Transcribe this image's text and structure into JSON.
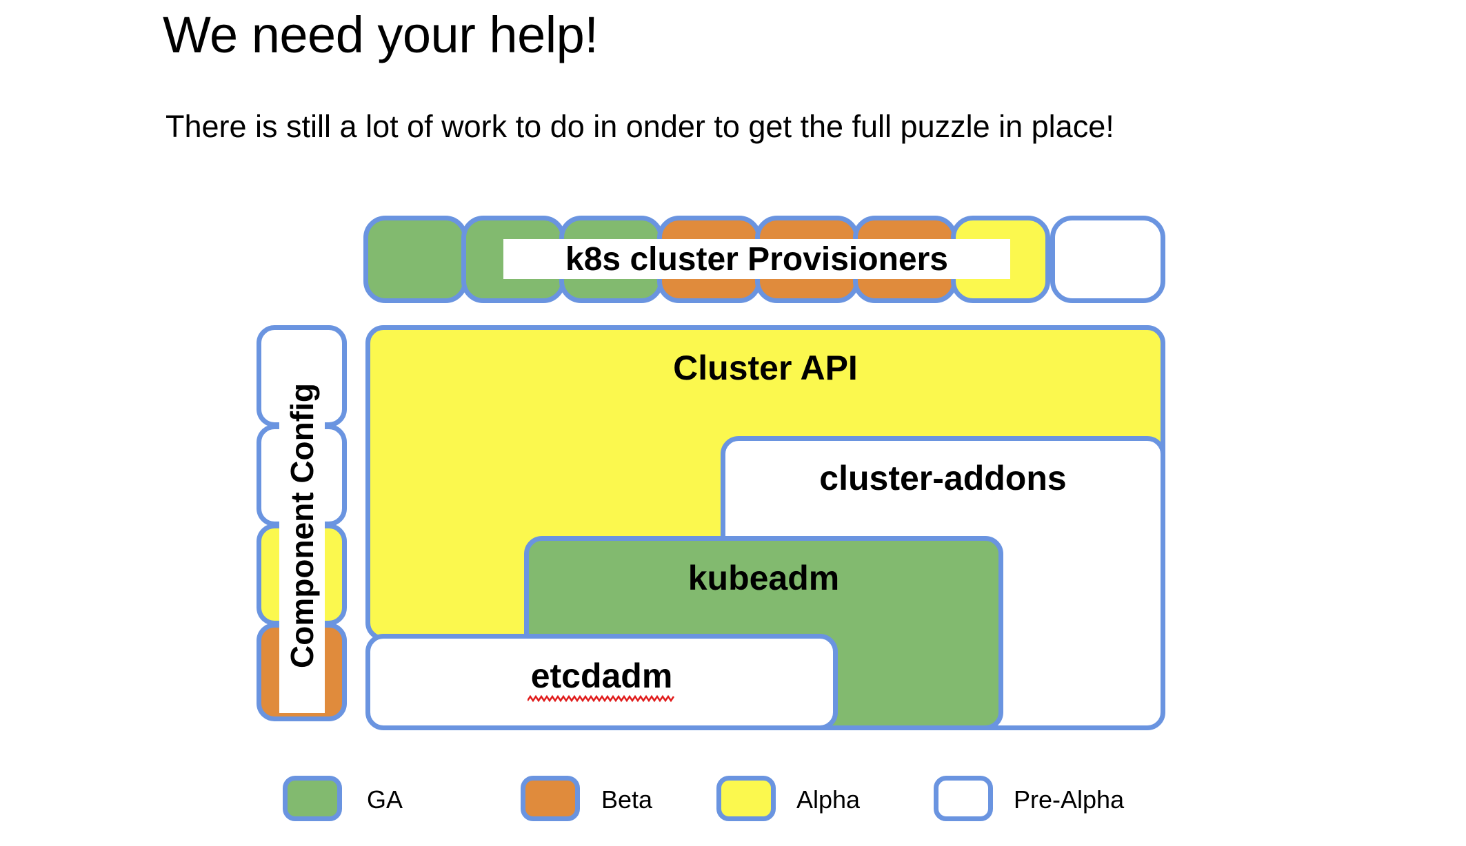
{
  "slide": {
    "title": "We need your help!",
    "subtitle": "There is still a lot of work to do in onder to get the full puzzle in place!"
  },
  "colors": {
    "ga": "#82ba6f",
    "beta": "#e08b3c",
    "alpha": "#fbf84e",
    "pre_alpha": "#ffffff",
    "border": "#6a94e0",
    "text": "#000000",
    "spellcheck": "#e01b1b"
  },
  "provisioners_row": {
    "label": "k8s cluster Provisioners",
    "tiles": [
      {
        "status": "GA",
        "color": "#82ba6f"
      },
      {
        "status": "GA",
        "color": "#82ba6f"
      },
      {
        "status": "GA",
        "color": "#82ba6f"
      },
      {
        "status": "Beta",
        "color": "#e08b3c"
      },
      {
        "status": "Beta",
        "color": "#e08b3c"
      },
      {
        "status": "Beta",
        "color": "#e08b3c"
      },
      {
        "status": "Alpha",
        "color": "#fbf84e"
      },
      {
        "status": "Pre-Alpha",
        "color": "#ffffff"
      }
    ]
  },
  "component_config": {
    "label": "Component Config",
    "tiles": [
      {
        "status": "Pre-Alpha",
        "color": "#ffffff"
      },
      {
        "status": "Pre-Alpha",
        "color": "#ffffff"
      },
      {
        "status": "Alpha",
        "color": "#fbf84e"
      },
      {
        "status": "Beta",
        "color": "#e08b3c"
      }
    ]
  },
  "components": [
    {
      "name": "Cluster API",
      "status": "Alpha",
      "color": "#fbf84e"
    },
    {
      "name": "cluster-addons",
      "status": "Pre-Alpha",
      "color": "#ffffff"
    },
    {
      "name": "kubeadm",
      "status": "GA",
      "color": "#82ba6f"
    },
    {
      "name": "etcdadm",
      "status": "Pre-Alpha",
      "color": "#ffffff",
      "spellcheck_underline": true
    }
  ],
  "legend": {
    "items": [
      {
        "label": "GA",
        "color": "#82ba6f"
      },
      {
        "label": "Beta",
        "color": "#e08b3c"
      },
      {
        "label": "Alpha",
        "color": "#fbf84e"
      },
      {
        "label": "Pre-Alpha",
        "color": "#ffffff"
      }
    ]
  }
}
